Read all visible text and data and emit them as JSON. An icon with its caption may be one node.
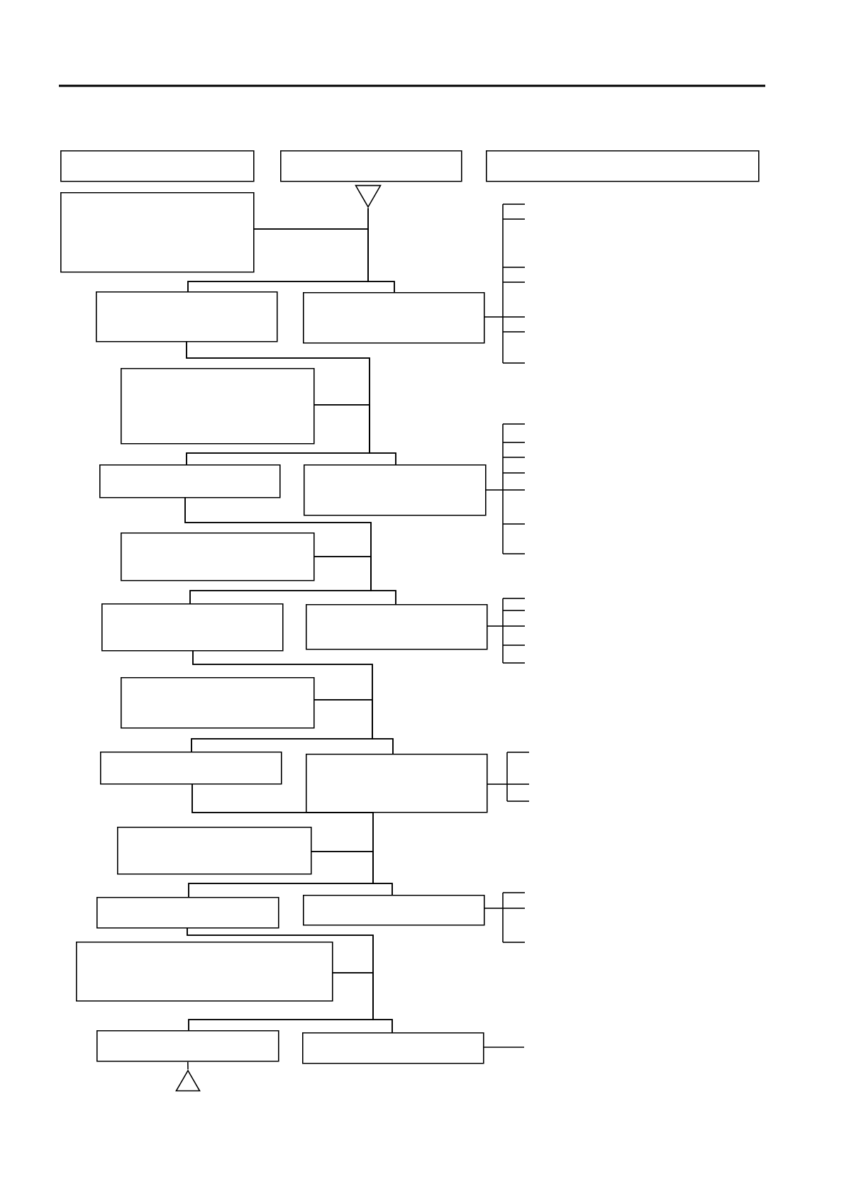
{
  "diagram": {
    "nodes": [
      {
        "text": [],
        "shape": "box"
      },
      {
        "text": [],
        "shape": "box"
      },
      {
        "text": [],
        "shape": "box"
      },
      {
        "text": [],
        "shape": "triangle"
      },
      {
        "text": [],
        "shape": "box"
      },
      {
        "text": [],
        "shape": "box"
      },
      {
        "text": [],
        "shape": "box"
      },
      {
        "text": [],
        "shape": "box"
      },
      {
        "text": [],
        "shape": "box"
      },
      {
        "text": [],
        "shape": "box"
      },
      {
        "text": [],
        "shape": "box"
      },
      {
        "text": [],
        "shape": "box"
      },
      {
        "text": [],
        "shape": "box"
      },
      {
        "text": [],
        "shape": "box"
      },
      {
        "text": [],
        "shape": "box"
      },
      {
        "text": [],
        "shape": "box"
      },
      {
        "text": [],
        "shape": "box"
      },
      {
        "text": [],
        "shape": "box"
      },
      {
        "text": [],
        "shape": "box"
      },
      {
        "text": [],
        "shape": "box"
      },
      {
        "text": [],
        "shape": "box"
      },
      {
        "text": [],
        "shape": "box"
      },
      {
        "text": [],
        "shape": "triangle"
      }
    ],
    "edges": [
      {
        "from": 3,
        "to": 5,
        "arrow": "none"
      },
      {
        "from": 3,
        "to": 6,
        "arrow": "none"
      },
      {
        "from": 4,
        "to": 5,
        "arrow": "none"
      },
      {
        "from": 4,
        "to": 6,
        "arrow": "none"
      },
      {
        "from": 5,
        "to": 8,
        "arrow": "none"
      },
      {
        "from": 5,
        "to": 9,
        "arrow": "none"
      },
      {
        "from": 7,
        "to": 8,
        "arrow": "none"
      },
      {
        "from": 7,
        "to": 9,
        "arrow": "none"
      },
      {
        "from": 8,
        "to": 11,
        "arrow": "none"
      },
      {
        "from": 8,
        "to": 12,
        "arrow": "none"
      },
      {
        "from": 10,
        "to": 11,
        "arrow": "none"
      },
      {
        "from": 10,
        "to": 12,
        "arrow": "none"
      },
      {
        "from": 11,
        "to": 14,
        "arrow": "none"
      },
      {
        "from": 11,
        "to": 15,
        "arrow": "none"
      },
      {
        "from": 13,
        "to": 14,
        "arrow": "none"
      },
      {
        "from": 13,
        "to": 15,
        "arrow": "none"
      },
      {
        "from": 14,
        "to": 17,
        "arrow": "none"
      },
      {
        "from": 14,
        "to": 18,
        "arrow": "none"
      },
      {
        "from": 16,
        "to": 17,
        "arrow": "none"
      },
      {
        "from": 16,
        "to": 18,
        "arrow": "none"
      },
      {
        "from": 17,
        "to": 20,
        "arrow": "none"
      },
      {
        "from": 17,
        "to": 21,
        "arrow": "none"
      },
      {
        "from": 19,
        "to": 20,
        "arrow": "none"
      },
      {
        "from": 19,
        "to": 21,
        "arrow": "none"
      },
      {
        "from": 20,
        "to": 22,
        "arrow": "none"
      }
    ]
  }
}
